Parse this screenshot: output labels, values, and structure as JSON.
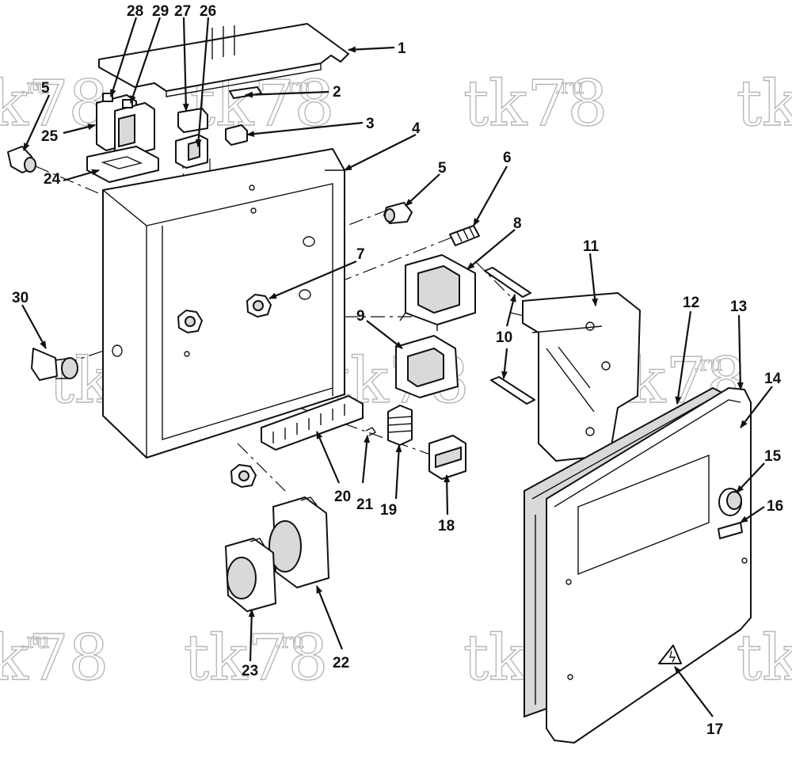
{
  "diagram": {
    "watermark": {
      "main": "tk78",
      "sup": ".ru"
    },
    "callouts": [
      "1",
      "2",
      "3",
      "4",
      "5",
      "5",
      "6",
      "7",
      "8",
      "9",
      "10",
      "11",
      "12",
      "13",
      "14",
      "15",
      "16",
      "17",
      "18",
      "19",
      "20",
      "21",
      "22",
      "23",
      "24",
      "25",
      "26",
      "27",
      "28",
      "29",
      "30"
    ]
  }
}
